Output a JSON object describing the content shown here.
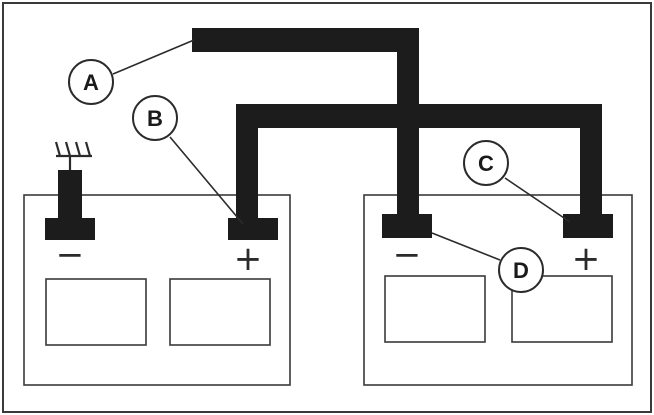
{
  "diagram": {
    "labels": {
      "a": "A",
      "b": "B",
      "c": "C",
      "d": "D"
    },
    "polarity": {
      "left_battery_negative": "−",
      "left_battery_positive": "+",
      "right_battery_negative": "−",
      "right_battery_positive": "+"
    },
    "colors": {
      "cable": "#1c1c1c",
      "outline": "#3a3a3a",
      "background": "#ffffff"
    }
  }
}
